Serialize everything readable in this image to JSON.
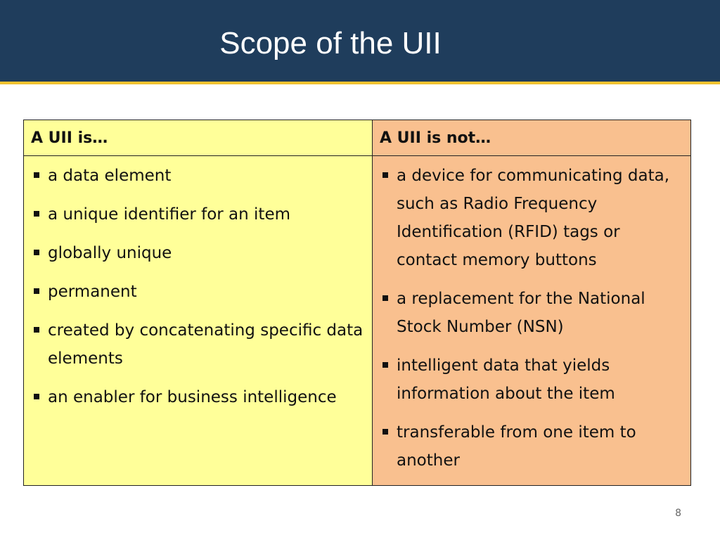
{
  "slide": {
    "title": "Scope of the UII",
    "page_number": "8"
  },
  "table": {
    "headers": [
      "A UII is…",
      "A UII is not…"
    ],
    "is_items": [
      "a data element",
      "a unique identifier for an item",
      "globally unique",
      "permanent",
      "created by concatenating specific data elements",
      "an enabler for business intelligence"
    ],
    "is_not_items": [
      "a device for communicating data, such as Radio Frequency Identification (RFID) tags or contact memory buttons",
      "a replacement for the National Stock Number (NSN)",
      "intelligent data that yields information about the item",
      "transferable from one item to another"
    ]
  },
  "colors": {
    "title_bar": "#1f3d5c",
    "accent_rule": "#f2c230",
    "is_column": "#ffff99",
    "is_not_column": "#f9c08f"
  }
}
